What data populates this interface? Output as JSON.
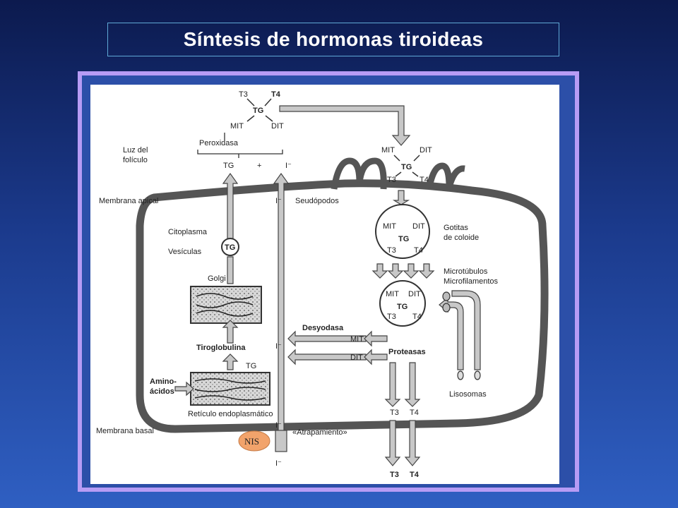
{
  "title": "Síntesis de hormonas tiroideas",
  "labels": {
    "T3": "T3",
    "T4": "T4",
    "TG": "TG",
    "MIT": "MIT",
    "DIT": "DIT",
    "luz_line1": "Luz del",
    "luz_line2": "folículo",
    "peroxidasa": "Peroxidasa",
    "plus": "+",
    "iodide": "I⁻",
    "membrana_apical": "Membrana apical",
    "seudopodos": "Seudópodos",
    "citoplasma": "Citoplasma",
    "vesiculas": "Vesículas",
    "golgi": "Golgi",
    "gotitas_line1": "Gotitas",
    "gotitas_line2": "de coloide",
    "microtubulos": "Microtúbulos",
    "microfilamentos": "Microfilamentos",
    "desyodasa": "Desyodasa",
    "tiroglobulina": "Tiroglobulina",
    "proteasas": "Proteasas",
    "amino_line1": "Amino-",
    "amino_line2": "ácidos",
    "reticulo": "Retículo endoplasmático",
    "lisosomas": "Lisosomas",
    "membrana_basal": "Membrana basal",
    "atrapamiento": "«Atrapamiento»",
    "nis": "NIS"
  },
  "colors": {
    "background_top": "#0c1a4e",
    "background_bottom": "#2f5fc2",
    "frame": "#b79cf5",
    "title_border": "#5fa9d6",
    "nis_badge": "#f2a36b",
    "arrow_fill": "#c8c8c8",
    "arrow_stroke": "#444444"
  }
}
